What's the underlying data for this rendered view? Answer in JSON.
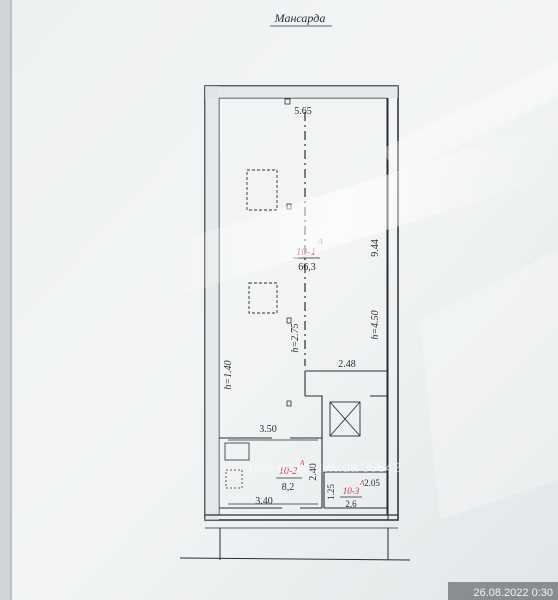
{
  "sheet": {
    "title": "Мансарда",
    "watermark": "real-estate.lviv.ua 30642",
    "photo_timestamp": "26.08.2022 0:30"
  },
  "dimensions": {
    "top_width": "5.65",
    "right_length": "9.44",
    "height_left": "h=1.40",
    "height_center": "h=2.75",
    "height_right": "h=4.50",
    "stair_width": "2.48",
    "bath_width_top": "3.50",
    "bath_width_bottom": "3.40",
    "bath_depth": "2.40",
    "small_depth": "1.25",
    "small_width": "2.05"
  },
  "rooms": [
    {
      "label": "10-1",
      "superscript": "A",
      "area": "66,3"
    },
    {
      "label": "10-2",
      "superscript": "A",
      "area": "8,2"
    },
    {
      "label": "10-3",
      "superscript": "A",
      "area": "2,6"
    }
  ]
}
